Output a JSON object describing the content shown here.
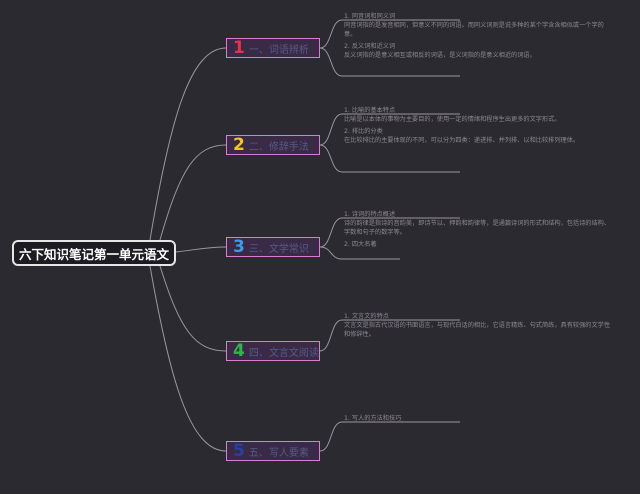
{
  "root": {
    "title": "六下知识笔记第一单元语文"
  },
  "branches": [
    {
      "num": "1",
      "label": "一、词语辨析",
      "color": "#e8324b"
    },
    {
      "num": "2",
      "label": "二、修辞手法",
      "color": "#f2c12e"
    },
    {
      "num": "3",
      "label": "三、文学常识",
      "color": "#3d9be9"
    },
    {
      "num": "4",
      "label": "四、文言文阅读",
      "color": "#2fb64a"
    },
    {
      "num": "5",
      "label": "五、写人要素",
      "color": "#2a3f9e"
    }
  ],
  "details": {
    "b1": {
      "h1": "1. 同音词和同义词",
      "p1": "同音词指的是发音相同，但意义不同的词语。而同义词则是说多种的某个字含含相似或一个字的意。",
      "h2": "2. 反义词和近义词",
      "p2": "反义词指的是意义相互或相反的词语，是义词指的是意义相近的词语。"
    },
    "b2": {
      "h1": "1. 比喻的基本特点",
      "p1": "比喻是以本体的事物为主要目的，使用一定的情绪和程序生出更多的文字形式。",
      "h2": "2. 排比的分类",
      "p2": "在比较排比的主要体现的不同，可以分为四类：递进排、并列排、以和比较排列理体。"
    },
    "b3": {
      "h1": "1. 诗词的特点概述",
      "p1": "诗的韵律是指诗的音韵美，即诗节以、押韵和韵律等，是通篇诗词的形式和结构，包括诗的结构、字数和句子的数字等。",
      "h2": "2. 四大名著"
    },
    "b4": {
      "h1": "1. 文言文的特点",
      "p1": "文言文是指古代汉语的书面语言，与现代白话的相比，它语言精炼、句式简练，具有较强的文学性和修辞性。"
    },
    "b5": {
      "h1": "1. 写人的方法和技巧"
    }
  }
}
